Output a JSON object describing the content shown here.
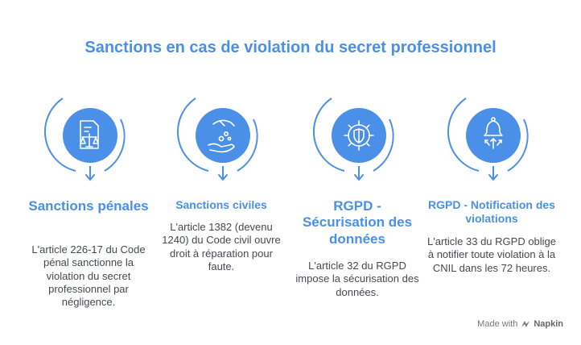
{
  "title": "Sanctions en cas de violation du secret professionnel",
  "items": [
    {
      "title": "Sanctions pénales",
      "icon": "scales-document-icon",
      "description": "L'article 226-17 du Code pénal sanctionne la violation du secret professionnel par négligence."
    },
    {
      "title": "Sanctions civiles",
      "icon": "hand-coins-icon",
      "description": "L'article 1382 (devenu 1240) du Code civil ouvre droit à réparation pour faute."
    },
    {
      "title": "RGPD - Sécurisation des données",
      "icon": "gear-shield-icon",
      "description": "L'article 32 du RGPD impose la sécurisation des données."
    },
    {
      "title": "RGPD - Notification des violations",
      "icon": "bell-alert-icon",
      "description": "L'article 33 du RGPD oblige à notifier toute violation à la CNIL dans les 72 heures."
    }
  ],
  "footer": {
    "prefix": "Made with",
    "brand": "Napkin"
  },
  "colors": {
    "accent": "#4a8fe8",
    "text": "#444a52"
  }
}
